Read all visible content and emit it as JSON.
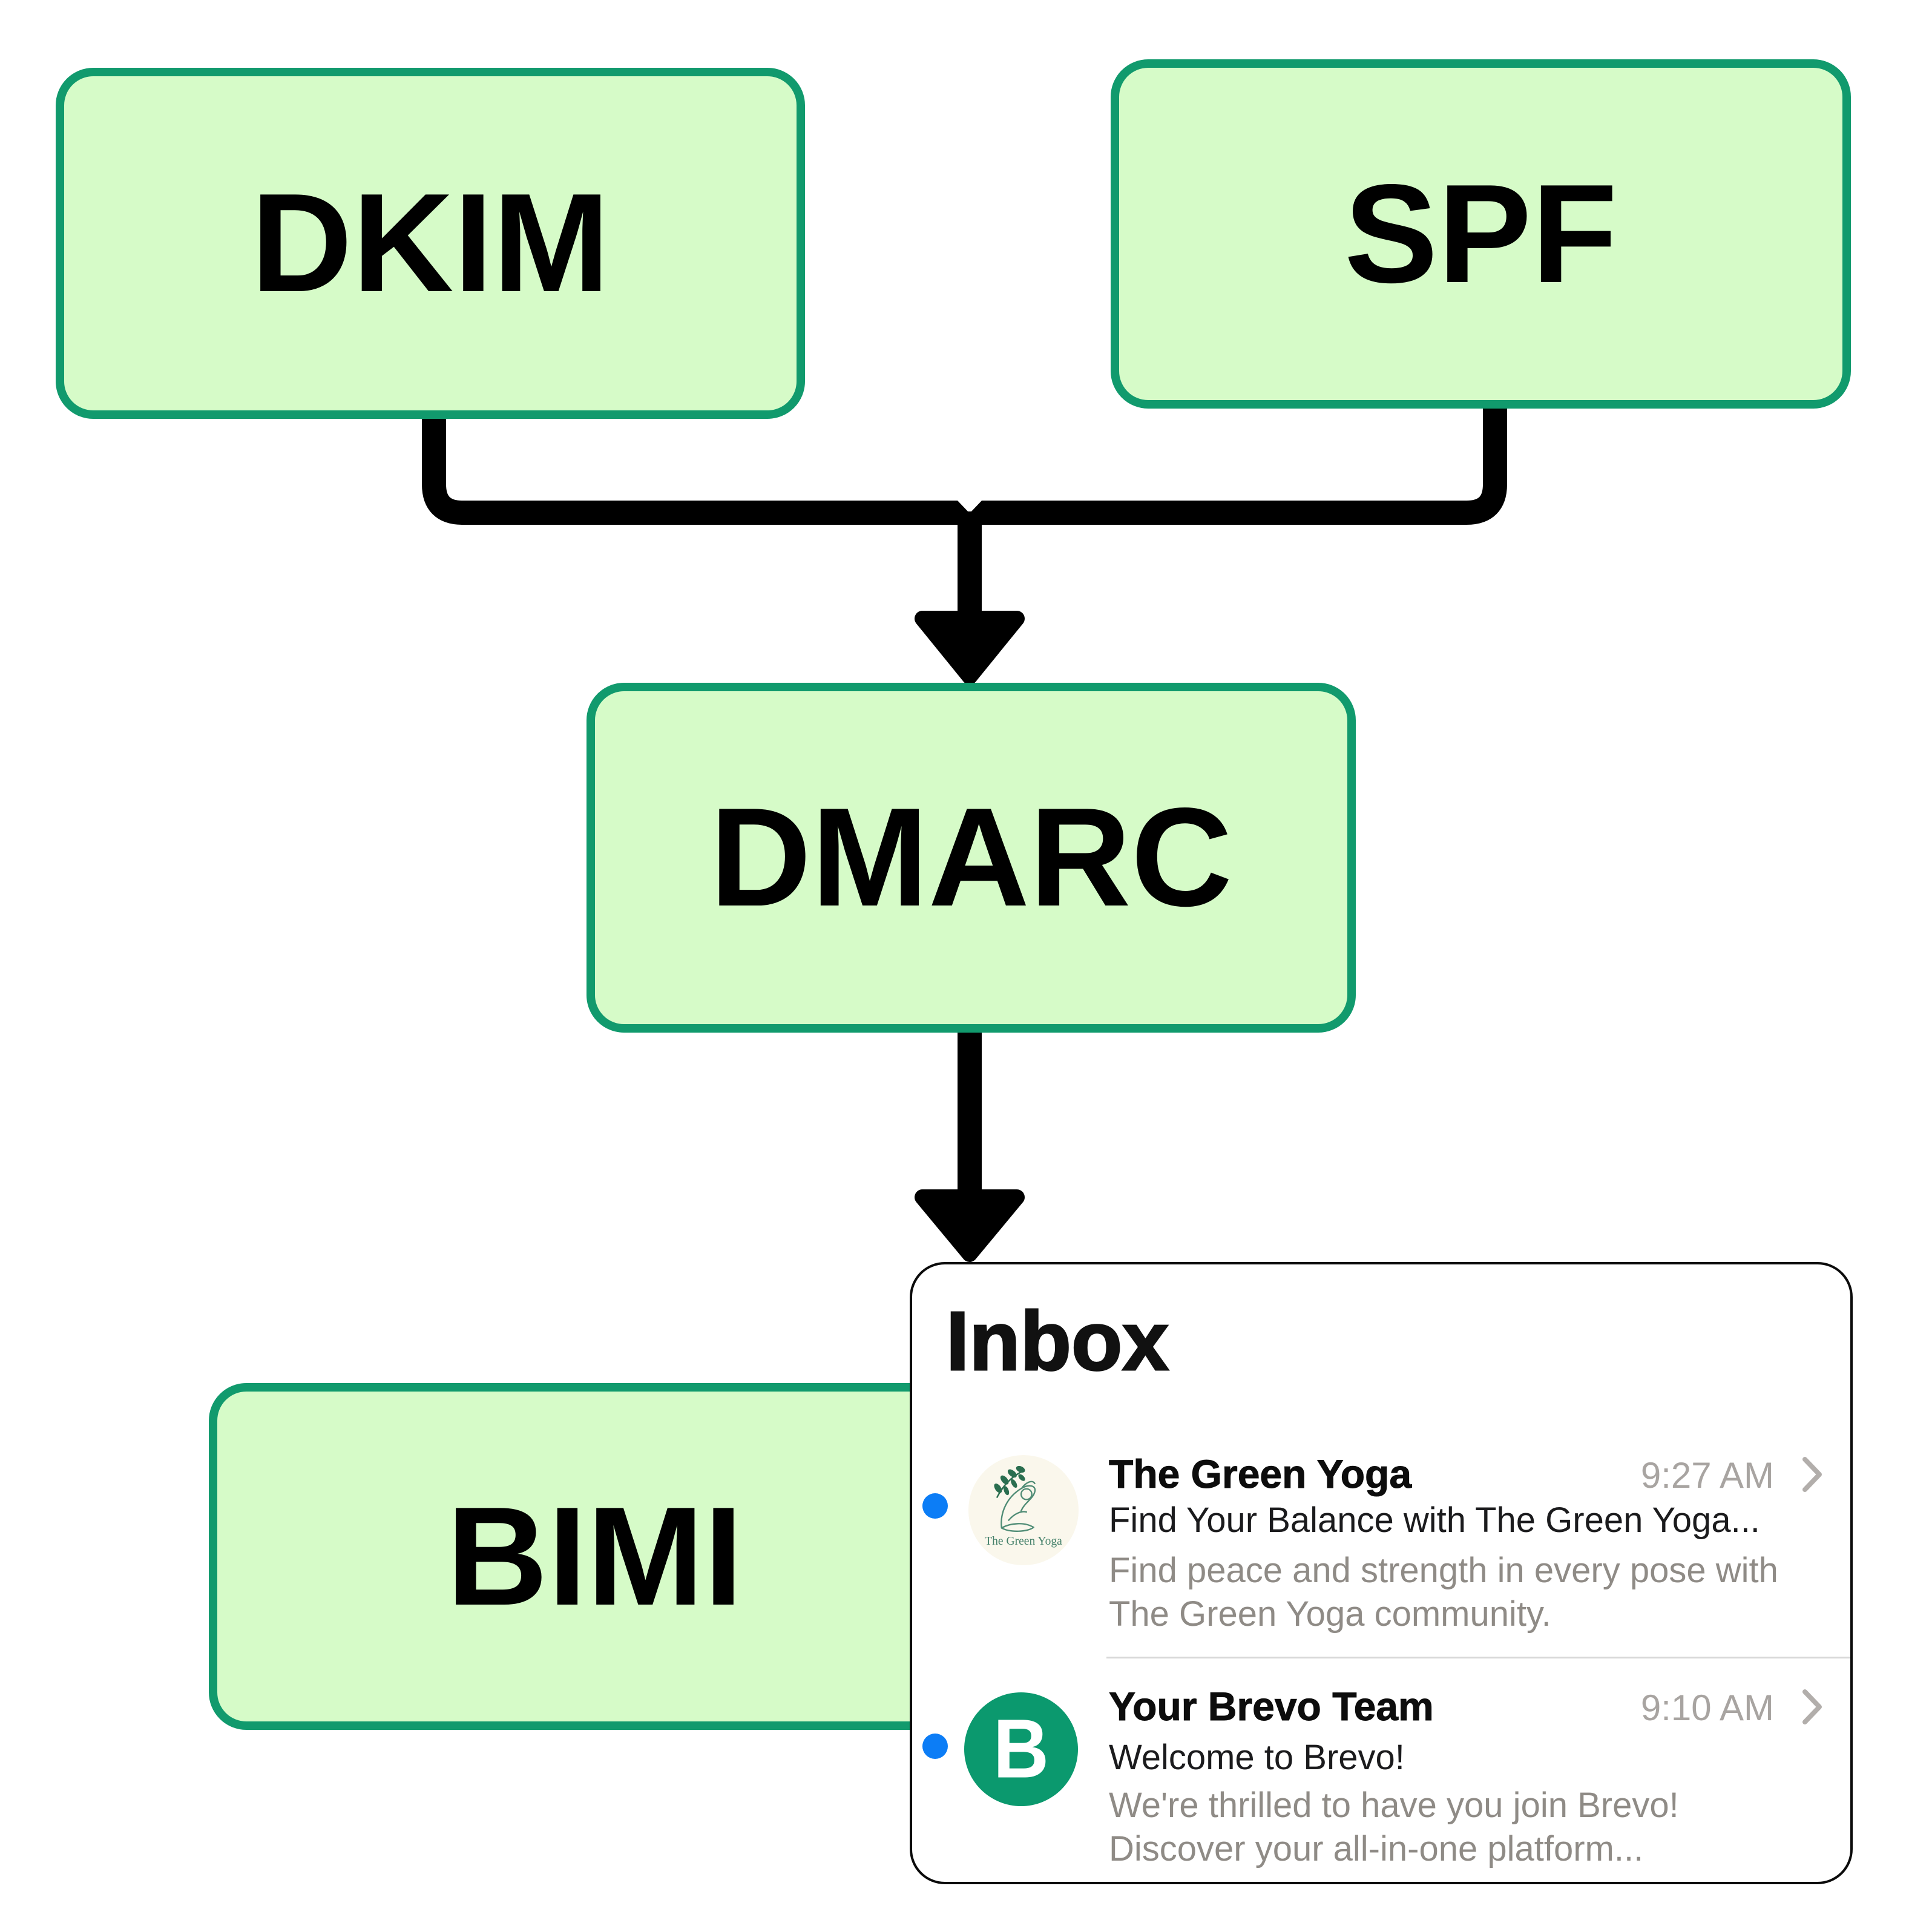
{
  "diagram": {
    "nodes": [
      {
        "id": "dkim",
        "label": "DKIM"
      },
      {
        "id": "spf",
        "label": "SPF"
      },
      {
        "id": "dmarc",
        "label": "DMARC"
      },
      {
        "id": "bimi",
        "label": "BIMI"
      }
    ],
    "colors": {
      "node_fill": "#d6fbc8",
      "node_border": "#119a6d",
      "connector": "#000000"
    }
  },
  "inbox": {
    "title": "Inbox",
    "emails": [
      {
        "sender": "The Green Yoga",
        "time": "9:27 AM",
        "subject": "Find Your Balance with The Green Yoga...",
        "preview": "Find peace and strength in every pose with The Green Yoga community.",
        "unread": true,
        "avatar": {
          "icon": "green-yoga-logo",
          "logo_text": "The Green Yoga"
        }
      },
      {
        "sender": "Your Brevo Team",
        "time": "9:10 AM",
        "subject": "Welcome to Brevo!",
        "preview": "We're thrilled to have you join Brevo! Discover your all-in-one platform...",
        "unread": true,
        "avatar": {
          "icon": "brevo-logo",
          "letter": "B",
          "color": "#0b996e"
        }
      }
    ],
    "colors": {
      "unread_dot": "#0c7df6"
    }
  }
}
